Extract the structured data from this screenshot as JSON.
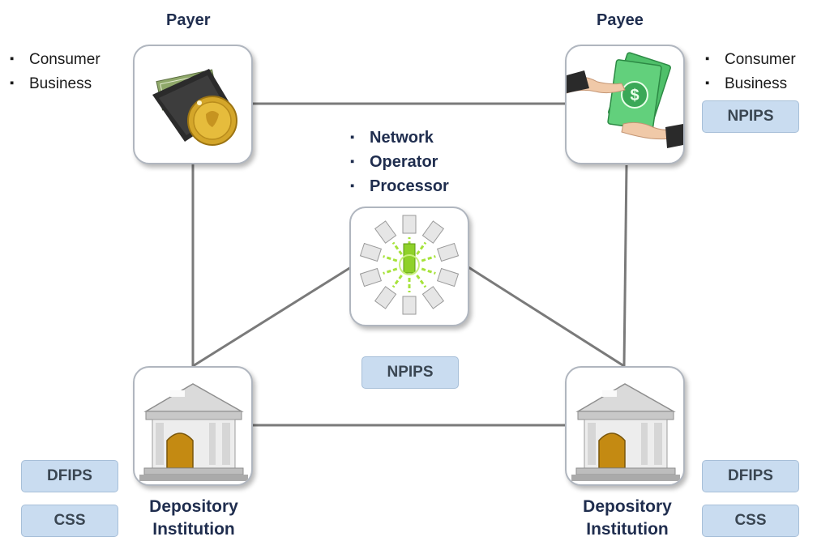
{
  "payer": {
    "title": "Payer",
    "bullets": [
      "Consumer",
      "Business"
    ]
  },
  "payee": {
    "title": "Payee",
    "bullets": [
      "Consumer",
      "Business"
    ],
    "tag": "NPIPS"
  },
  "center": {
    "bullets": [
      "Network",
      "Operator",
      "Processor"
    ],
    "tag": "NPIPS"
  },
  "left_bank": {
    "label_line1": "Depository",
    "label_line2": "Institution",
    "tags": [
      "DFIPS",
      "CSS"
    ]
  },
  "right_bank": {
    "label_line1": "Depository",
    "label_line2": "Institution",
    "tags": [
      "DFIPS",
      "CSS"
    ]
  },
  "colors": {
    "connector": "#7a7a7a",
    "tag_fill": "#c9dcf0",
    "heading": "#1f2d4e"
  },
  "icons": {
    "payer": "wallet-coin-icon",
    "payee": "money-exchange-hands-icon",
    "center": "network-hub-icon",
    "bank": "bank-building-icon"
  }
}
